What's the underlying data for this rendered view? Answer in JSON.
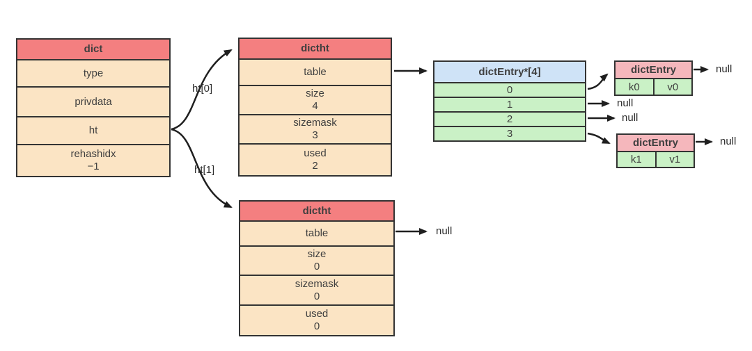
{
  "diagram": {
    "dict": {
      "title": "dict",
      "rows": [
        {
          "label": "type"
        },
        {
          "label": "privdata"
        },
        {
          "label": "ht"
        },
        {
          "label": "rehashidx",
          "value": "−1"
        }
      ]
    },
    "ht0": {
      "title": "dictht",
      "rows": [
        {
          "label": "table"
        },
        {
          "label": "size",
          "value": "4"
        },
        {
          "label": "sizemask",
          "value": "3"
        },
        {
          "label": "used",
          "value": "2"
        }
      ]
    },
    "ht1": {
      "title": "dictht",
      "rows": [
        {
          "label": "table"
        },
        {
          "label": "size",
          "value": "0"
        },
        {
          "label": "sizemask",
          "value": "0"
        },
        {
          "label": "used",
          "value": "0"
        }
      ]
    },
    "bucket": {
      "title": "dictEntry*[4]",
      "slots": [
        "0",
        "1",
        "2",
        "3"
      ]
    },
    "entry0": {
      "title": "dictEntry",
      "key": "k0",
      "value": "v0"
    },
    "entry1": {
      "title": "dictEntry",
      "key": "k1",
      "value": "v1"
    },
    "labels": {
      "ht0": "ht[0]",
      "ht1": "ht[1]",
      "null": "null"
    }
  },
  "colors": {
    "header_red": "#f47f80",
    "row_peach": "#fbe4c4",
    "header_blue": "#cfe3f7",
    "row_green": "#caf1c6",
    "header_pink": "#f5b7bc",
    "border": "#333333",
    "arrow": "#1f1f1f",
    "background": "#ffffff"
  }
}
